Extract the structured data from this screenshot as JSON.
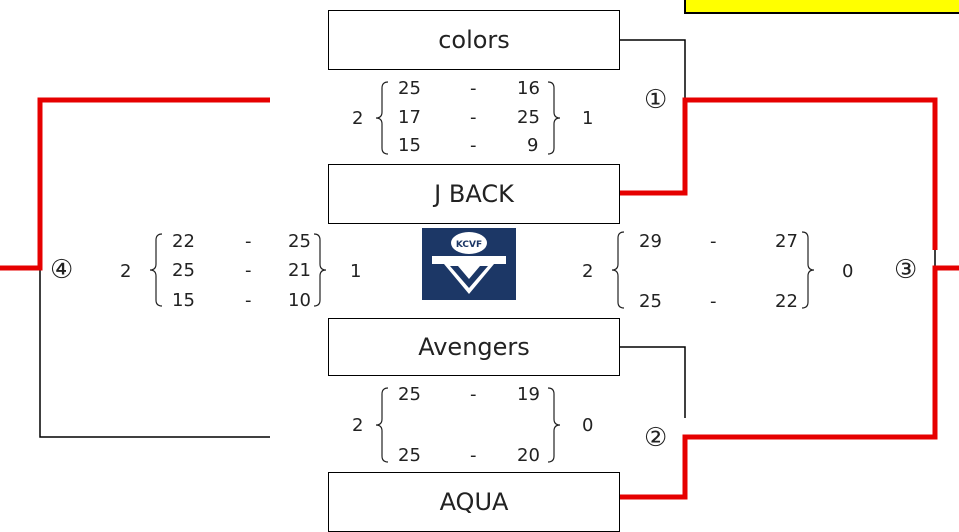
{
  "notice": {
    "text": ""
  },
  "teams": {
    "t1": "colors",
    "t2": "J BACK",
    "t3": "Avengers",
    "t4": "AQUA"
  },
  "matches": {
    "m1": {
      "label": "①",
      "left_sets": "2",
      "right_sets": "1",
      "scores": [
        {
          "a": "25",
          "dash": "-",
          "b": "16"
        },
        {
          "a": "17",
          "dash": "-",
          "b": "25"
        },
        {
          "a": "15",
          "dash": "-",
          "b": "9"
        }
      ]
    },
    "m2": {
      "label": "②",
      "left_sets": "2",
      "right_sets": "0",
      "scores": [
        {
          "a": "25",
          "dash": "-",
          "b": "19"
        },
        {
          "a": "25",
          "dash": "-",
          "b": "20"
        }
      ]
    },
    "m3": {
      "label": "③",
      "left_sets": "2",
      "right_sets": "0",
      "scores": [
        {
          "a": "29",
          "dash": "-",
          "b": "27"
        },
        {
          "a": "25",
          "dash": "-",
          "b": "22"
        }
      ]
    },
    "m4": {
      "label": "④",
      "left_sets": "2",
      "right_sets": "1",
      "scores": [
        {
          "a": "22",
          "dash": "-",
          "b": "25"
        },
        {
          "a": "25",
          "dash": "-",
          "b": "21"
        },
        {
          "a": "15",
          "dash": "-",
          "b": "10"
        }
      ]
    }
  },
  "logo": {
    "text": "KCVF",
    "icon": "kcvf-logo-icon",
    "bg_color": "#1c3766"
  },
  "colors": {
    "winner_line": "#e60000",
    "line": "#000000"
  }
}
